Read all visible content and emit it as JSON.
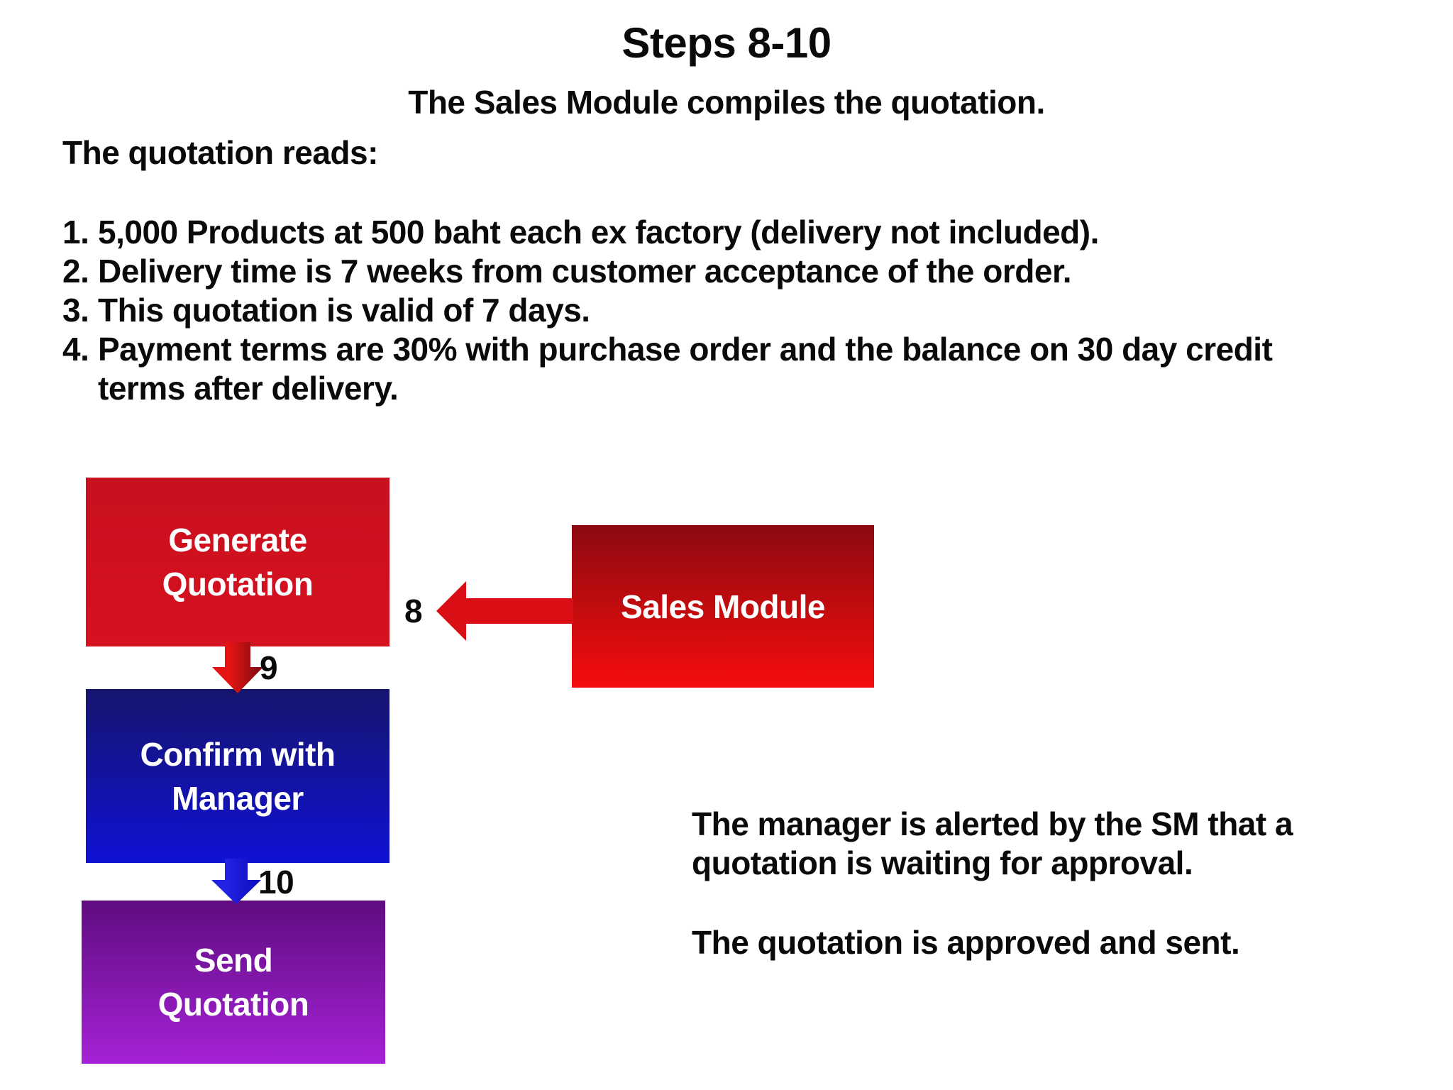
{
  "page": {
    "title": "Steps 8-10",
    "subtitle": "The Sales Module compiles the quotation.",
    "intro": "The quotation reads:"
  },
  "quotation_list": {
    "rows": [
      {
        "number": "1.",
        "text": "5,000 Products at 500 baht each ex factory (delivery not included)."
      },
      {
        "number": "2.",
        "text": "Delivery time is 7 weeks from customer acceptance of the order."
      },
      {
        "number": "3.",
        "text": "This quotation is valid of 7 days."
      },
      {
        "number": "4.",
        "text": "Payment terms are 30% with purchase order and the balance on 30 day credit"
      },
      {
        "number": "",
        "text": "terms after delivery."
      }
    ]
  },
  "flowchart": {
    "generate_box": {
      "lines": [
        "Generate",
        "Quotation"
      ]
    },
    "sales_box": {
      "label": "Sales Module"
    },
    "confirm_box": {
      "lines": [
        "Confirm with",
        "Manager"
      ]
    },
    "send_box": {
      "lines": [
        "Send",
        "Quotation"
      ]
    },
    "step8_label": "8",
    "step9_label": "9",
    "step10_label": "10"
  },
  "notes": {
    "para1_line1": "The manager is alerted by the SM that a",
    "para1_line2": "quotation is waiting for approval.",
    "para2": "The quotation is approved and sent."
  },
  "colors": {
    "background": "#ffffff",
    "text": "#0a0a0a",
    "box_text": "#ffffff",
    "generate_top": "#c8101e",
    "generate_bottom": "#d61120",
    "sales_top": "#8c0a10",
    "sales_bottom": "#f60d0d",
    "confirm_top": "#15156e",
    "confirm_bottom": "#1111d4",
    "send_top": "#5f0c80",
    "send_bottom": "#a522d6",
    "arrow_red": "#da0f15",
    "arrow_red_bright": "#e41414",
    "arrow_red_dark": "#8e0d12",
    "arrow_blue_bright": "#2222e4",
    "arrow_blue_dark": "#0f0fbe"
  }
}
